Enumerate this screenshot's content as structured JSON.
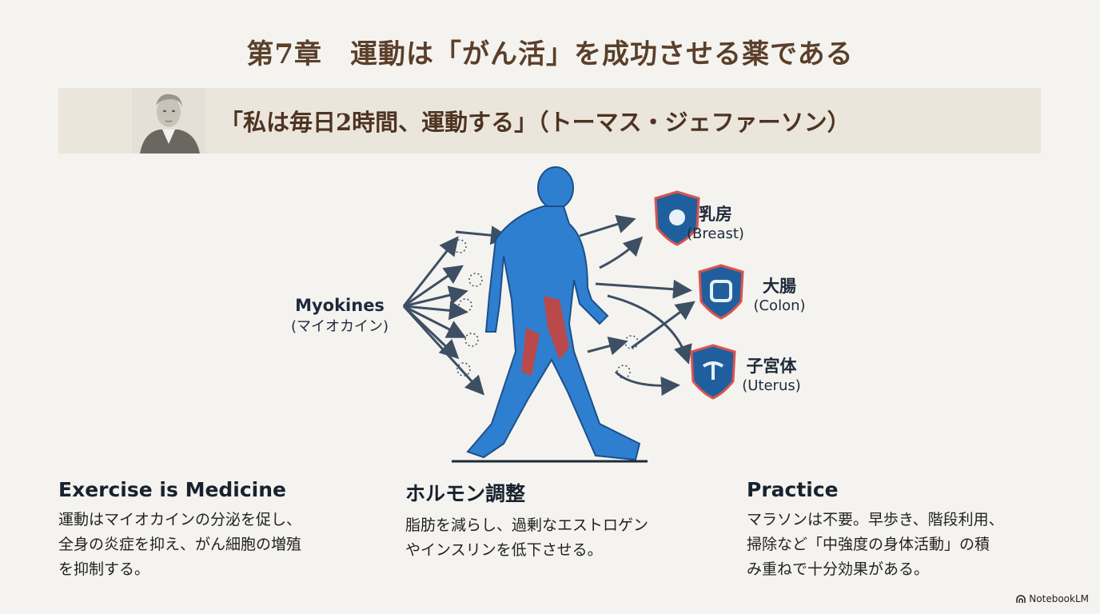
{
  "title": "第7章　運動は「がん活」を成功させる薬である",
  "quote": {
    "text": "「私は毎日2時間、運動する」（トーマス・ジェファーソン）",
    "portrait_icon": "portrait-engraving"
  },
  "diagram": {
    "source": {
      "label": "Myokines",
      "sub": "(マイオカイン)"
    },
    "targets": [
      {
        "label": "乳房",
        "sub": "(Breast)"
      },
      {
        "label": "大腸",
        "sub": "(Colon)"
      },
      {
        "label": "子宮体",
        "sub": "(Uterus)"
      }
    ],
    "colors": {
      "body": "#2f7fd0",
      "muscle": "#c9443c",
      "shield": "#1f5f9e",
      "shield_border": "#d9534f",
      "arrow": "#3d4f63"
    }
  },
  "columns": [
    {
      "heading": "Exercise is Medicine",
      "body": "運動はマイオカインの分泌を促し、\n全身の炎症を抑え、がん細胞の増殖\nを抑制する。"
    },
    {
      "heading": "ホルモン調整",
      "body": "脂肪を減らし、過剰なエストロゲン\nやインスリンを低下させる。"
    },
    {
      "heading": "Practice",
      "body": "マラソンは不要。早歩き、階段利用、\n掃除など「中強度の身体活動」の積\nみ重ねで十分効果がある。"
    }
  ],
  "brand": "NotebookLM"
}
